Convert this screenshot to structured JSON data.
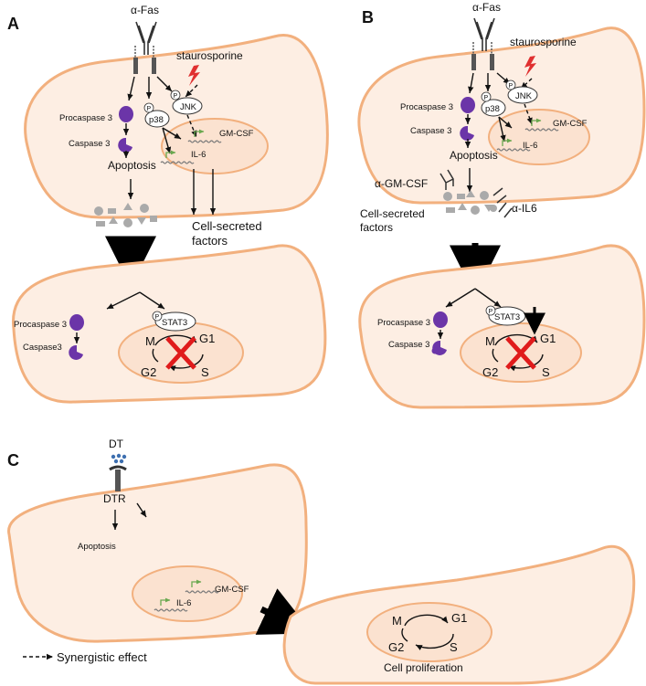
{
  "panels": [
    {
      "label": "A",
      "antibody": "α-Fas",
      "drug": "staurosporine",
      "procaspase": "Procaspase 3",
      "caspase": "Caspase 3",
      "apoptosis": "Apoptosis",
      "p38": "p38",
      "jnk": "JNK",
      "gmcsf": "GM-CSF",
      "il6": "IL-6",
      "secreted": [
        "Cell-secreted",
        "factors"
      ],
      "recipient": {
        "procaspase": "Procaspase 3",
        "caspase": "Caspase3",
        "stat3": "STAT3",
        "phases": [
          "M",
          "G1",
          "G2",
          "S"
        ]
      }
    },
    {
      "label": "B",
      "antibody": "α-Fas",
      "drug": "staurosporine",
      "procaspase": "Procaspase 3",
      "caspase": "Caspase 3",
      "apoptosis": "Apoptosis",
      "p38": "p38",
      "jnk": "JNK",
      "gmcsf": "GM-CSF",
      "il6": "IL-6",
      "blocking_gmcsf": "α-GM-CSF",
      "blocking_il6": "α-IL6",
      "secreted": [
        "Cell-secreted",
        "factors"
      ],
      "recipient": {
        "procaspase": "Procaspase 3",
        "caspase": "Caspase 3",
        "stat3": "STAT3",
        "phases": [
          "M",
          "G1",
          "G2",
          "S"
        ]
      }
    },
    {
      "label": "C",
      "toxin": "DT",
      "receptor": "DTR",
      "apoptosis": "Apoptosis",
      "gmcsf": "GM-CSF",
      "il6": "IL-6",
      "recipient": {
        "phases": [
          "M",
          "G1",
          "G2",
          "S"
        ],
        "outcome": "Cell proliferation"
      }
    }
  ],
  "phosphate_mark": "P",
  "legend": {
    "synergistic": "Synergistic effect"
  },
  "colors": {
    "cell_fill": "#fdeee3",
    "cell_border": "#f2b07e",
    "caspase": "#6b35a8",
    "phase_M": "#4a7a1e",
    "phase_G2": "#e7b800",
    "phase_S": "#e01b1b",
    "block_cross": "#e01b1b",
    "gene_arrow": "#6aa84f",
    "debris": "#aaaaaa",
    "toxin": "#3d6fb0"
  }
}
